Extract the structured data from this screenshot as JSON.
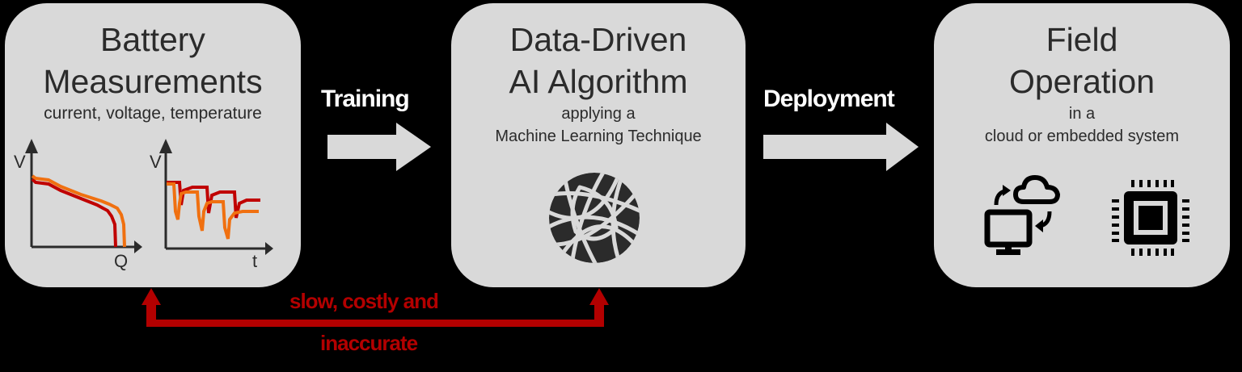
{
  "diagram": {
    "colors": {
      "background": "#000000",
      "box_fill": "#d9d9d9",
      "text_dark": "#2b2b2b",
      "arrow_fill": "#d9d9d9",
      "label_white": "#ffffff",
      "feedback_red": "#b30000",
      "curve_dark_red": "#c00000",
      "curve_orange": "#f07010"
    },
    "boxes": [
      {
        "title_line1": "Battery",
        "title_line2": "Measurements",
        "subtitle_line1": "current, voltage, temperature",
        "subtitle_line2": "",
        "charts": [
          {
            "y_label": "V",
            "x_label": "Q",
            "icon": "discharge-curve-icon"
          },
          {
            "y_label": "V",
            "x_label": "t",
            "icon": "pulse-response-icon"
          }
        ]
      },
      {
        "title_line1": "Data-Driven",
        "title_line2": "AI Algorithm",
        "subtitle_line1": "applying a",
        "subtitle_line2": "Machine Learning Technique",
        "icon": "neural-network-sphere-icon"
      },
      {
        "title_line1": "Field",
        "title_line2": "Operation",
        "subtitle_line1": "in a",
        "subtitle_line2": "cloud or embedded system",
        "icons": [
          "cloud-sync-computer-icon",
          "microchip-icon"
        ]
      }
    ],
    "arrows": [
      {
        "label": "Training",
        "from": "Battery Measurements",
        "to": "Data-Driven AI Algorithm"
      },
      {
        "label": "Deployment",
        "from": "Data-Driven AI Algorithm",
        "to": "Field Operation"
      }
    ],
    "feedback": {
      "line1": "slow, costly and",
      "line2": "inaccurate"
    }
  }
}
